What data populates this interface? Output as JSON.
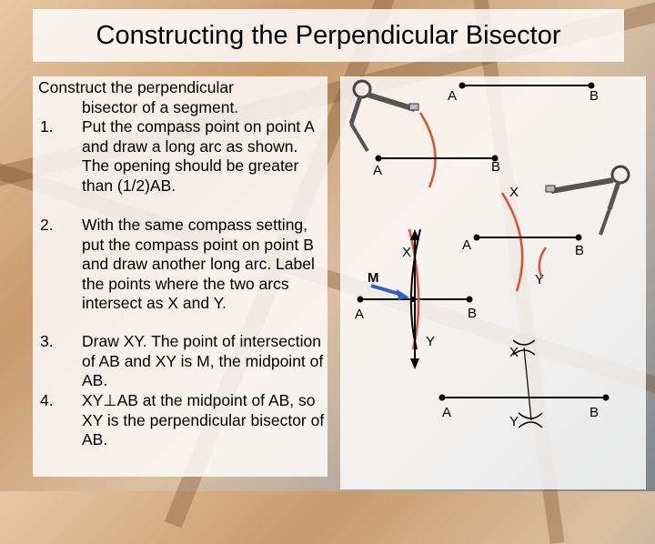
{
  "slide": {
    "title": "Constructing the Perpendicular Bisector",
    "intro_line1": "Construct the perpendicular",
    "intro_line2": "bisector of a segment.",
    "steps": [
      {
        "number": "1.",
        "text": "Put the compass point on point A and draw a long arc as shown. The opening should be greater than (1/2)AB."
      },
      {
        "number": "2.",
        "text": "With the same compass setting, put the compass point on point B and draw another long arc. Label the points where the two arcs intersect as X and Y."
      },
      {
        "number": "3.",
        "text": "Draw XY. The point of intersection of AB and XY is M, the midpoint of AB."
      },
      {
        "number": "4.",
        "text": "XY⊥AB at the midpoint of AB, so XY is the perpendicular bisector of AB."
      }
    ]
  },
  "diagram": {
    "panel1": {
      "label_a": "A",
      "label_b": "B"
    },
    "panel2": {
      "label_a": "A",
      "label_b": "B",
      "label_x": "X"
    },
    "panel3": {
      "label_a": "A",
      "label_b": "B",
      "label_x": "X",
      "label_y": "Y",
      "label_m": "M"
    },
    "panel4": {
      "label_a": "A",
      "label_b": "B",
      "label_x": "X",
      "label_y": "Y"
    },
    "colors": {
      "arc": "#e0502a",
      "midpoint_arrow": "#3060c0",
      "line": "#000000"
    }
  }
}
